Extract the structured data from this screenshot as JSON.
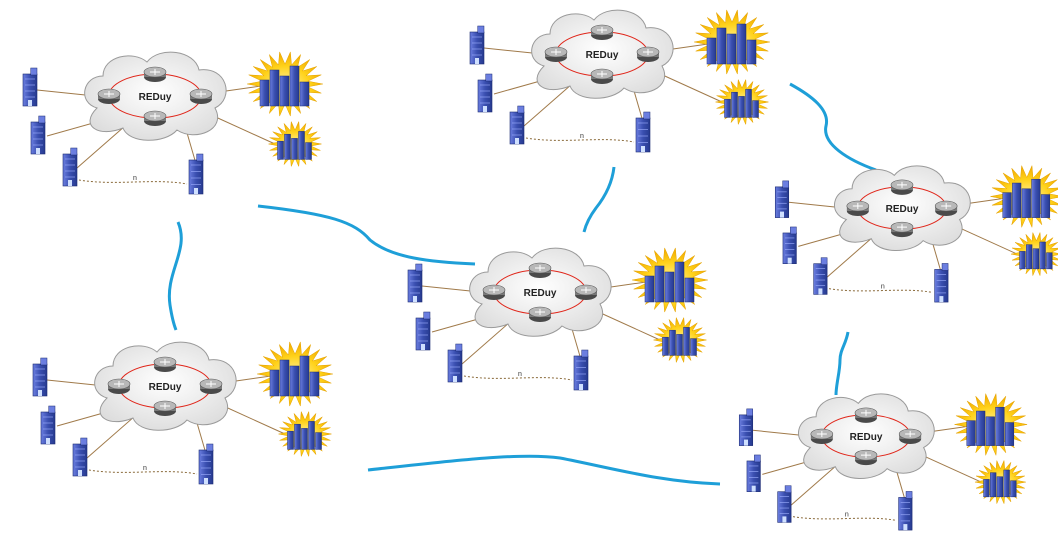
{
  "diagram": {
    "network_label": "REDuy",
    "link_label": "n",
    "colors": {
      "backbone_link": "#1e9fd8",
      "cloud_fill": "#eeeeee",
      "cloud_stroke": "#9a9a9a",
      "ring": "#e0261a",
      "spoke": "#a07a4a",
      "building": "#3a4fb0",
      "burst": "#f5c400"
    },
    "nodes": [
      {
        "id": "tl"
      },
      {
        "id": "tc"
      },
      {
        "id": "r"
      },
      {
        "id": "c"
      },
      {
        "id": "bl"
      },
      {
        "id": "br"
      }
    ],
    "edges": [
      {
        "from": "tl",
        "to": "c"
      },
      {
        "from": "tl",
        "to": "bl"
      },
      {
        "from": "tc",
        "to": "c"
      },
      {
        "from": "tc",
        "to": "r"
      },
      {
        "from": "r",
        "to": "br"
      },
      {
        "from": "bl",
        "to": "br"
      }
    ]
  }
}
